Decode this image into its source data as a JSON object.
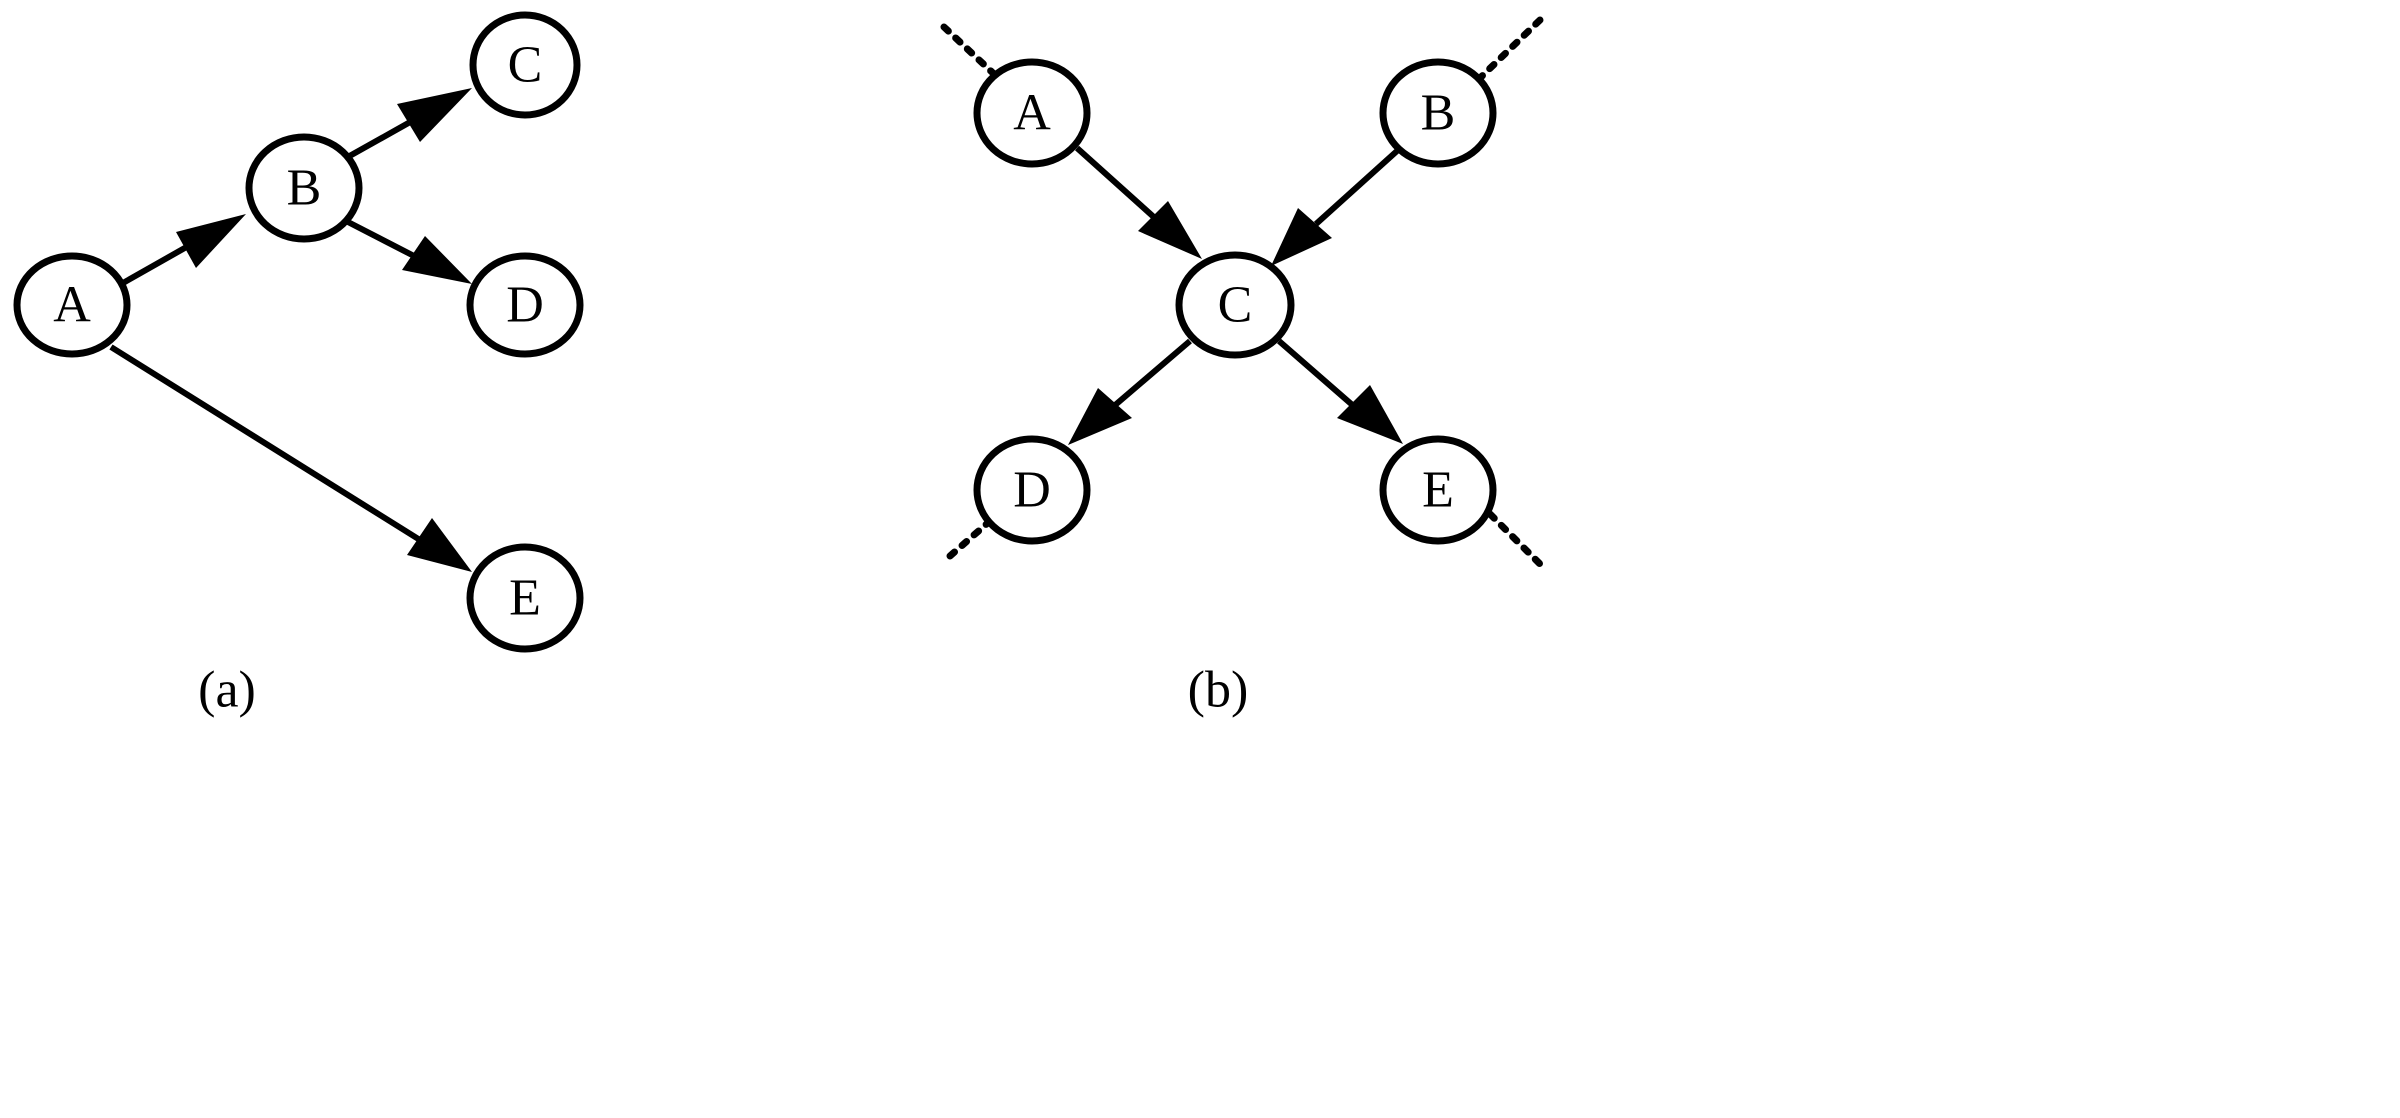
{
  "diagram_a": {
    "caption": "(a)",
    "nodes": {
      "A": "A",
      "B": "B",
      "C": "C",
      "D": "D",
      "E": "E"
    },
    "edges": [
      {
        "from": "A",
        "to": "B"
      },
      {
        "from": "B",
        "to": "C"
      },
      {
        "from": "B",
        "to": "D"
      },
      {
        "from": "A",
        "to": "E"
      }
    ]
  },
  "diagram_b": {
    "caption": "(b)",
    "nodes": {
      "A": "A",
      "B": "B",
      "C": "C",
      "D": "D",
      "E": "E"
    },
    "edges": [
      {
        "from": "A",
        "to": "C"
      },
      {
        "from": "B",
        "to": "C"
      },
      {
        "from": "C",
        "to": "D"
      },
      {
        "from": "C",
        "to": "E"
      }
    ],
    "external_links": [
      "A",
      "B",
      "D",
      "E"
    ]
  },
  "colors": {
    "stroke": "#000000",
    "background": "#ffffff"
  }
}
